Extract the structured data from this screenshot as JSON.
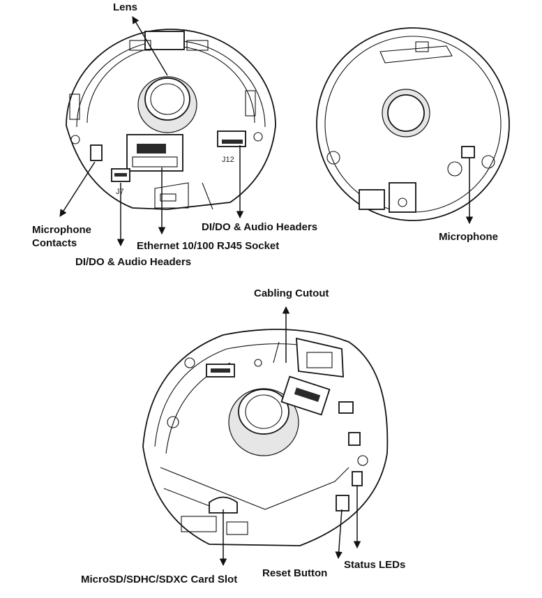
{
  "views": {
    "top_left": {
      "labels": {
        "lens": "Lens",
        "microphone_contacts": "Microphone\nContacts",
        "dido_audio_headers_left": "DI/DO & Audio Headers",
        "ethernet": "Ethernet 10/100 RJ45 Socket",
        "dido_audio_headers_right": "DI/DO & Audio Headers"
      },
      "board_tags": {
        "j7": "J7",
        "j12": "J12"
      }
    },
    "top_right": {
      "labels": {
        "microphone": "Microphone"
      }
    },
    "bottom": {
      "labels": {
        "cabling_cutout": "Cabling Cutout",
        "microsd_slot": "MicroSD/SDHC/SDXC Card Slot",
        "reset_button": "Reset Button",
        "status_leds": "Status LEDs"
      }
    }
  }
}
